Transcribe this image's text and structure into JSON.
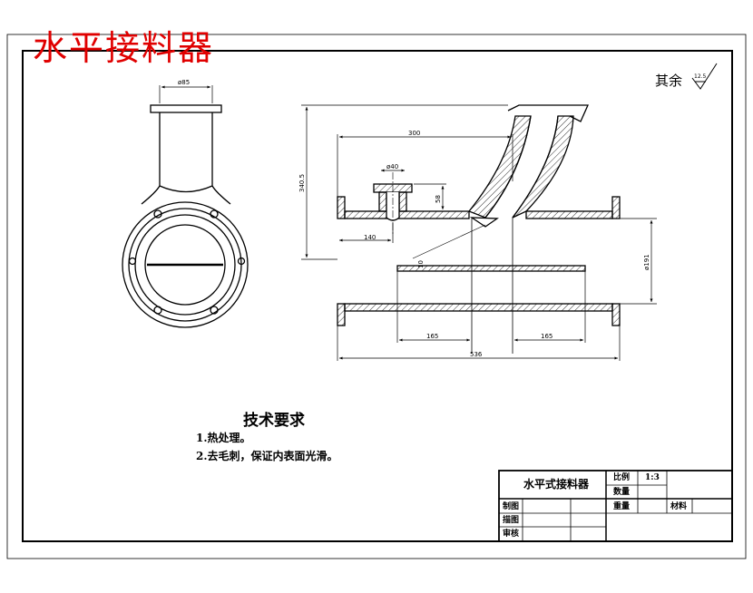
{
  "drawing_title": "水平接料器",
  "roughness": {
    "label": "其余",
    "value": "12.5"
  },
  "technical_requirements": {
    "heading": "技术要求",
    "items": [
      "1.热处理。",
      "2.去毛刺，保证内表面光滑。"
    ]
  },
  "dimensions": {
    "side_top_dia": "ø85",
    "height_total": "340.5",
    "length_to_branch": "300",
    "nozzle_dia": "ø40",
    "nozzle_height": "58",
    "inlet_offset": "140",
    "tube_dia": "ø191",
    "slot_width": "10",
    "left_segment": "165",
    "right_segment": "165",
    "overall_length": "536"
  },
  "title_block": {
    "name": "水平式接料器",
    "scale_label": "比例",
    "scale_value": "1:3",
    "quantity_label": "数量",
    "weight_label": "重量",
    "material_label": "材料",
    "drawn_label": "制图",
    "traced_label": "描图",
    "checked_label": "审核"
  },
  "colors": {
    "title": "#e00000",
    "line": "#000000",
    "hatch": "#000000"
  }
}
